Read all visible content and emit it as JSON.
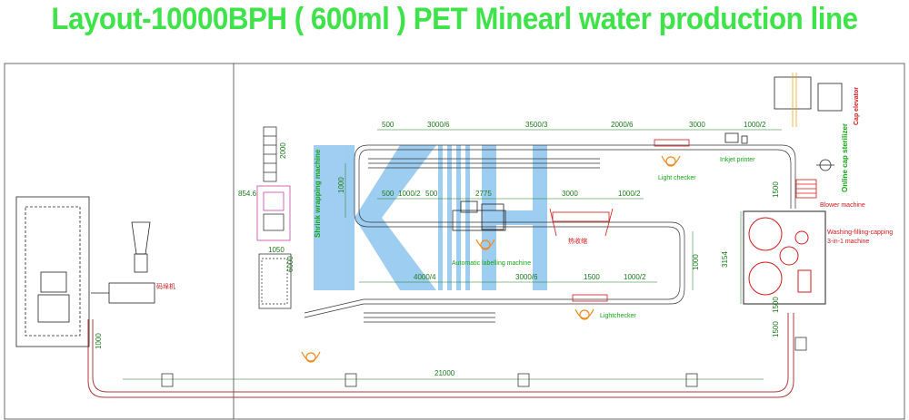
{
  "title": "Layout-10000BPH ( 600ml ) PET Minearl water production line",
  "colors": {
    "title": "#3ee34a",
    "conveyor_line": "#b23a3a",
    "dimension": "#1a7a1a",
    "machine_red": "#d01818",
    "operator": "#f28a1e",
    "watermark": "#8ec5f0"
  },
  "watermark_text": "KH",
  "labels": {
    "cap_elevator": "Cap elevator",
    "online_cap_sterilizer": "Online cap sterilizer",
    "blower_machine": "Blower machine",
    "washing_filling_capping": "Washing-filling-capping",
    "three_in_one": "3-in-1 machine",
    "inkjet_printer": "Inkjet printer",
    "light_checker_top": "Light checker",
    "light_checker_bottom": "Lightchecker",
    "automatic_labelling": "Automatic labelling machine",
    "shrink_wrapping": "Shrink wrapping machine",
    "shrink_heater": "热收缩",
    "palletizer": "码垛机"
  },
  "dimensions": {
    "top_500": "500",
    "top_3000_6": "3000/6",
    "top_3500_3": "3500/3",
    "top_2000_6": "2000/6",
    "top_3000": "3000",
    "top_1000_2": "1000/2",
    "mid_500_a": "500",
    "mid_1000_2_a": "1000/2",
    "mid_500_b": "500",
    "mid_2775": "2775",
    "mid_3000": "3000",
    "mid_1000_2_b": "1000/2",
    "low_4000_4": "4000/4",
    "low_3000_6": "3000/6",
    "low_1500": "1500",
    "low_1000_2": "1000/2",
    "left_1000": "1000",
    "right_1000": "1000",
    "shrink_2000": "2000",
    "shrink_854_6": "854.6",
    "shrink_1050": "1050",
    "shrink_6000": "6000",
    "filler_1500_top": "1500",
    "filler_3154": "3154",
    "filler_1500_mid": "1500",
    "filler_1500_bottom": "1500",
    "bottom_21000": "21000",
    "bottom_left_1000": "1000"
  }
}
